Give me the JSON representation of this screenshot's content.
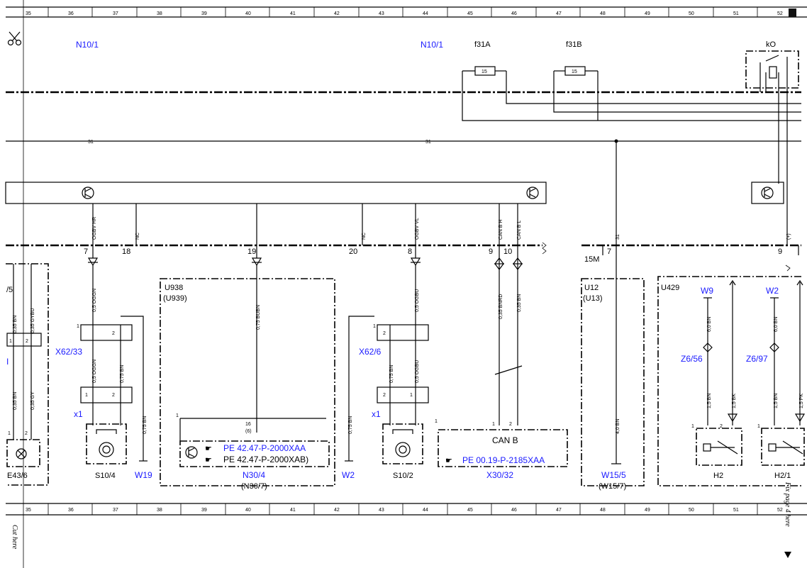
{
  "ruler": {
    "top": [
      "35",
      "36",
      "37",
      "38",
      "39",
      "40",
      "41",
      "42",
      "43",
      "44",
      "45",
      "46",
      "47",
      "48",
      "49",
      "50",
      "51",
      "52"
    ],
    "bottom": [
      "35",
      "36",
      "37",
      "38",
      "39",
      "40",
      "41",
      "42",
      "43",
      "44",
      "45",
      "46",
      "47",
      "48",
      "49",
      "50",
      "51",
      "52"
    ]
  },
  "top": {
    "n10_left": "N10/1",
    "n10_right": "N10/1",
    "f31a": "f31A",
    "f31b": "f31B",
    "fuse_a": "15",
    "fuse_b": "15",
    "k0": "kO",
    "wire31_a": "31",
    "wire31_b": "31"
  },
  "bus": {
    "sig_ogvhr": "OGBV HR",
    "sig_nc1": "NC",
    "sig_nc2": "NC",
    "sig_ogvvl": "OGBV VL",
    "sig_canh": "CAN B H",
    "sig_canl": "CAN B L",
    "sig_31": "31",
    "sig_plus": "(+)",
    "pin7": "7",
    "pin18": "18",
    "pin19": "19",
    "pin20": "20",
    "pin8": "8",
    "pin9": "9",
    "pin10": "10",
    "pin7b": "7",
    "pin9b": "9",
    "label_15m": "15M"
  },
  "left": {
    "frag5": "/5",
    "w1": "0,35 BN",
    "w2": "0,35 GYBU",
    "w3": "0,35 BN",
    "w4": "0,35 GY",
    "pin1": "1",
    "pin2": "2",
    "pin1b": "1",
    "pin2b": "2",
    "frag_i": "I",
    "e43": "E43/6"
  },
  "s104": {
    "w_top": "0,5 OGGN",
    "x62": "X62/33",
    "w_mid1": "0,5 OGGN",
    "w_mid2": "0,75 BN",
    "x1": "x1",
    "w_gnd": "0,75 BN",
    "pin1": "1",
    "pin2": "2",
    "pin1b": "1",
    "pin2b": "2",
    "name": "S10/4",
    "ground": "W19"
  },
  "u938": {
    "title1": "U938",
    "title2": "(U939)",
    "wire": "0,75 BUBN",
    "pin1": "1",
    "pin16": "16",
    "pin6": "(6)",
    "ref1": "PE 42.47-P-2000XAA",
    "ref2": "PE 42.47-P-2000XAB)",
    "name1": "N30/4",
    "name2": "(N30/7)"
  },
  "s102": {
    "w_gnd": "0,75 BN",
    "ground": "W2",
    "w_top": "0,5 OGBU",
    "x62": "X62/6",
    "w_mid1": "0,75 BN",
    "w_mid2": "0,5 OGBU",
    "x1": "x1",
    "pin1": "1",
    "pin2": "2",
    "pin1b": "1",
    "pin2b": "2",
    "name": "S10/2"
  },
  "x3032": {
    "w1": "0,35 BNRD",
    "w2": "0,35 BN",
    "pin1": "1",
    "pin1b": "1",
    "pin2": "2",
    "can": "CAN B",
    "ref": "PE 00.19-P-2185XAA",
    "name": "X30/32"
  },
  "u12": {
    "title1": "U12",
    "title2": "(U13)",
    "wire": "4,0 BN",
    "ground": "W15/5",
    "ground2": "(W15/7)"
  },
  "u429": {
    "title": "U429",
    "w9": "W9",
    "w2": "W2",
    "wire1": "6,0 BN",
    "wire2": "6,0 BN",
    "z656": "Z6/56",
    "z697": "Z6/97",
    "w_a": "1,5 BN",
    "w_b": "1,5 BK",
    "w_c": "1,5 BN",
    "w_d": "1,5 PK",
    "pin1": "1",
    "pin2": "2",
    "pin1b": "1",
    "h2": "H2",
    "h21": "H2/1"
  },
  "side": {
    "cut_left": "Cut here",
    "cut_right": "Fix page 4 here"
  }
}
